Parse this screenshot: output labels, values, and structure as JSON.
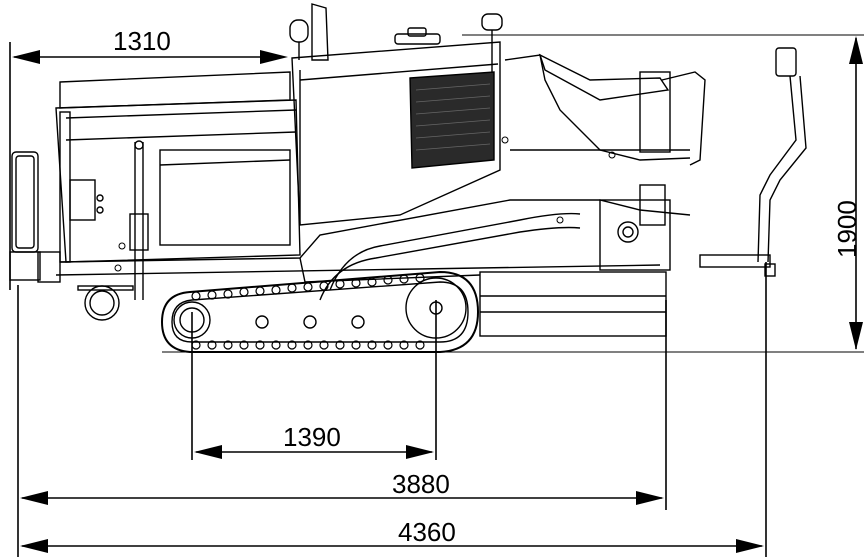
{
  "drawing": {
    "subject": "tracked paver side elevation",
    "dimensions": {
      "top_left": "1310",
      "height": "1900",
      "track_center": "1390",
      "length_a": "3880",
      "overall_length": "4360"
    }
  },
  "colors": {
    "line": "#000000",
    "background": "#ffffff",
    "grille": "#2a2a2a"
  }
}
